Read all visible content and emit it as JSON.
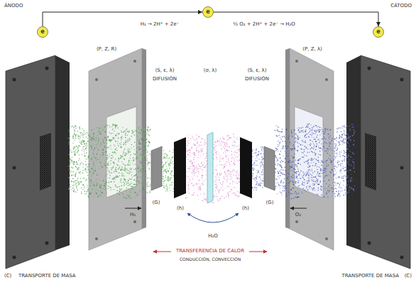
{
  "diagram": {
    "nodes": [
      {
        "text": [
          "e"
        ]
      },
      {
        "text": [
          "e"
        ]
      },
      {
        "text": [
          "e"
        ]
      }
    ],
    "edges": [
      {
        "from": 0,
        "to": 1,
        "arrow": "to"
      },
      {
        "from": 1,
        "to": 2,
        "arrow": "to"
      }
    ],
    "labels": [
      "ÁNODO",
      "CÁTODO",
      "H₂ → 2H⁺ + 2e⁻",
      "½ O₂ + 2H⁺ + 2e⁻ → H₂O",
      "(P, Z, R)",
      "(S, ε, λ)",
      "DIFUSIÓN",
      "(σ, λ)",
      "(S, ε, λ)",
      "DIFUSIÓN",
      "(P, Z, λ)",
      "H₂",
      "(G)",
      "(h)",
      "H₂O",
      "(h)",
      "(G)",
      "O₂",
      "TRANSFERENCIA DE CALOR",
      "CONDUCCIÓN, CONVECCIÓN",
      "(C)",
      "TRANSPORTE DE MASA",
      "TRANSPORTE DE MASA",
      "(C)"
    ]
  }
}
